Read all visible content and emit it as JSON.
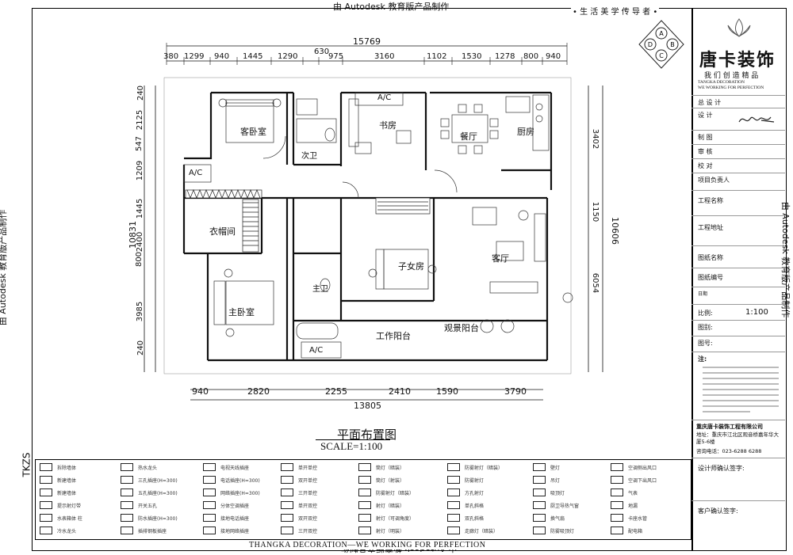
{
  "watermark": {
    "top": "由 Autodesk 教育版产品制作",
    "bottom": "由 Autodesk 教育版产品制作",
    "left": "由 Autodesk 教育版产品制作",
    "right": "由 Autodesk 教育版产品制作"
  },
  "left_code": "TKZS",
  "slogan": "• 生 活 美 学 传 导 者 •",
  "logo": {
    "letters": [
      "A",
      "B",
      "C",
      "D"
    ]
  },
  "brand": {
    "name": "唐卡装饰",
    "tagline": "我 们 创 造 精 品",
    "en1": "TANGKA DECORATION",
    "en2": "WE WORKING FOR PERFECTION"
  },
  "title_block": {
    "rows": [
      {
        "label": "总 设 计"
      },
      {
        "label": "设 计"
      },
      {
        "label": "制 图"
      },
      {
        "label": "审 核"
      },
      {
        "label": "校 对"
      },
      {
        "label": "项目负责人"
      },
      {
        "label": "工程名称"
      },
      {
        "label": "工程地址"
      },
      {
        "label": "图纸名称"
      },
      {
        "label": "图纸编号"
      },
      {
        "label": "日期"
      },
      {
        "label": "比例:",
        "value": "1:100"
      },
      {
        "label": "图别:"
      },
      {
        "label": "图号:"
      }
    ],
    "notes_label": "注:",
    "company": "重庆唐卡装饰工程有限公司",
    "address": "地址：重庆市江北区观音桥嘉年华大厦5-6楼",
    "phone": "咨询电话：023-6288 6288",
    "designer_confirm": "设计师确认签字:",
    "customer_confirm": "客户确认签字:"
  },
  "plan": {
    "title": "平面布置图",
    "scale": "SCALE=1:100",
    "top_total": "15769",
    "top_dims": [
      "380",
      "1299",
      "940",
      "1445",
      "1290",
      "630",
      "975",
      "3160",
      "1102",
      "1530",
      "1278",
      "800",
      "940"
    ],
    "bottom_total": "13805",
    "bottom_dims": [
      "940",
      "2820",
      "2255",
      "2410",
      "1590",
      "3790"
    ],
    "left_total": "10831",
    "left_dims": [
      "240",
      "2125",
      "547",
      "1209",
      "1445",
      "2400",
      "800",
      "3985",
      "240"
    ],
    "right_total": "10606",
    "right_dims": [
      "3402",
      "1150",
      "6054"
    ],
    "rooms": {
      "guest_bedroom": "客卧室",
      "second_bath": "次卫",
      "study": "书房",
      "dining": "餐厅",
      "kitchen": "厨房",
      "closet": "衣帽间",
      "kids_room": "子女房",
      "living": "客厅",
      "master_bedroom": "主卧室",
      "master_bath": "主卫",
      "work_balcony": "工作阳台",
      "view_balcony": "观景阳台",
      "ac1": "A/C",
      "ac2": "A/C",
      "ac3": "A/C"
    }
  },
  "footer": "THANGKA DECORATION—WE WORKING FOR PERFECTION",
  "legend": [
    [
      "拆除墙体",
      "热水龙头",
      "电视天线插座",
      "单开单控",
      "筒灯（暗装）",
      "防雾射灯（暗装）",
      "壁灯",
      "空调侧出风口"
    ],
    [
      "新建墙体",
      "三孔插座(H=300)",
      "电话插座(H=300)",
      "双开单控",
      "筒灯（射装）",
      "防雾射灯",
      "吊灯",
      "空调下出风口"
    ],
    [
      "新建墙体",
      "五孔插座(H=300)",
      "网络插座(H=300)",
      "三开单控",
      "防雾射灯（暗装）",
      "方孔射灯",
      "吸顶灯",
      "气表"
    ],
    [
      "提示射灯带",
      "开关五孔",
      "分体空调插座",
      "单开双控",
      "射灯（暗装）",
      "单孔斜格",
      "厨卫导热气窗",
      "地漏"
    ],
    [
      "水表箱体 柱",
      "防水插座(H=300)",
      "接地电话插座",
      "双开双控",
      "射灯（可调角度）",
      "双孔斜格",
      "换气扇",
      "卡座水管"
    ],
    [
      "冷水龙头",
      "插排钢板插座",
      "接地网络插座",
      "三开双控",
      "射灯（明装）",
      "走廊灯（暗装）",
      "防雾吸顶灯",
      "配电箱"
    ]
  ]
}
